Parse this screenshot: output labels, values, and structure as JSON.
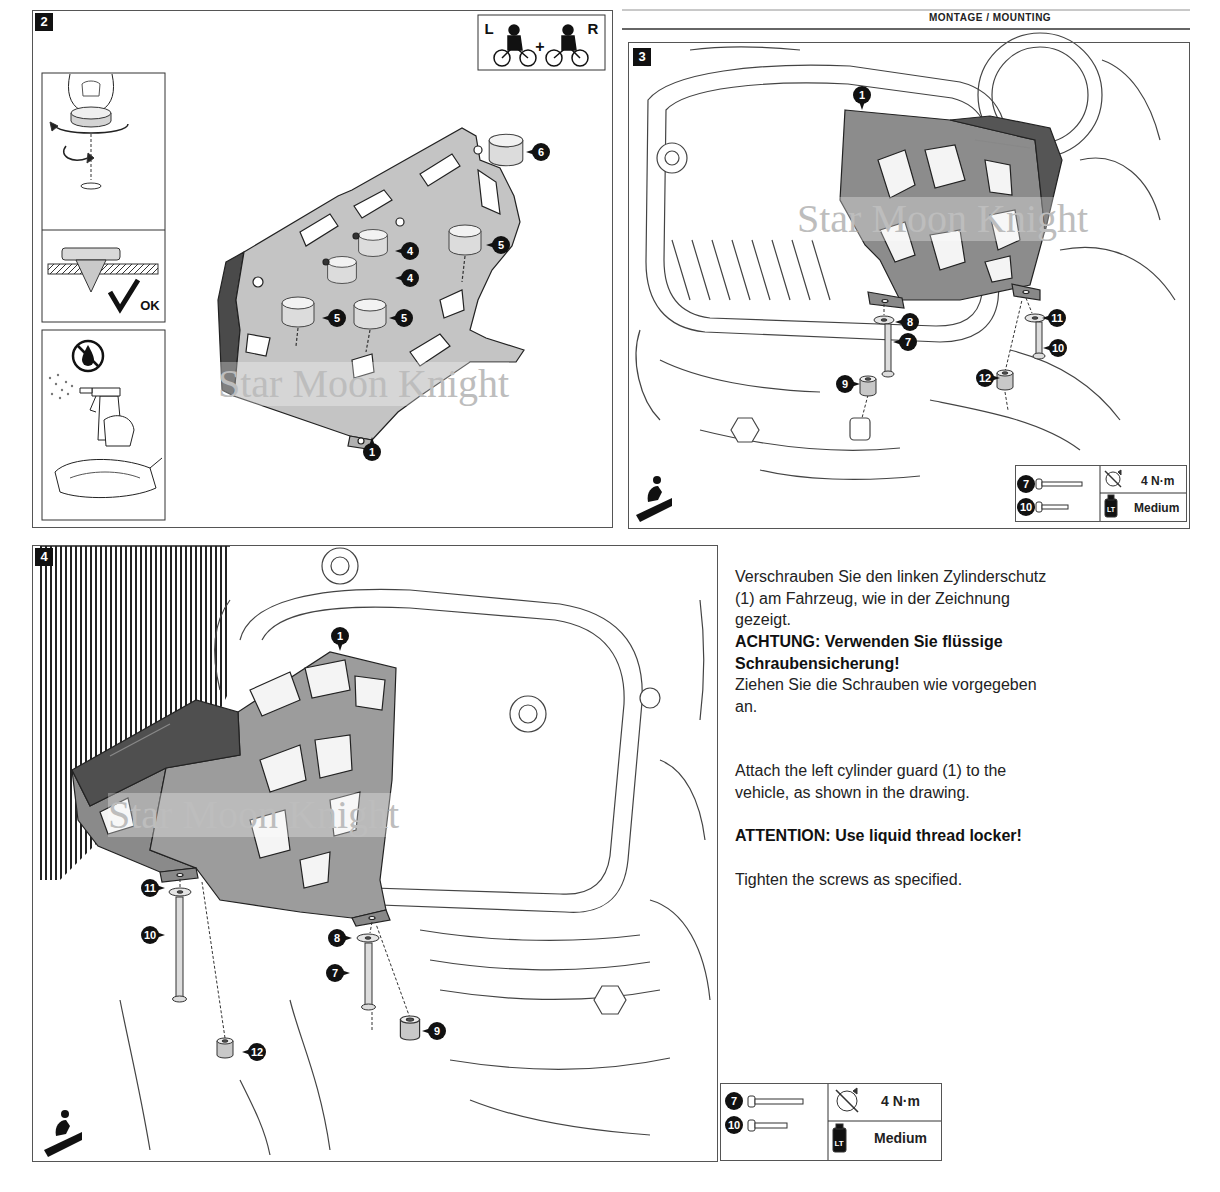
{
  "diagram": {
    "nodes": [
      {
        "text": [
          "2"
        ]
      },
      {
        "text": [
          "MONTAGE / MOUNTING",
          "3"
        ]
      },
      {
        "text": [
          "4 N·m",
          "Medium"
        ],
        "in": 1
      },
      {
        "text": [
          "4"
        ]
      },
      {
        "text": [
          "4 N·m",
          "Medium"
        ]
      }
    ],
    "labels": [
      "L",
      "+",
      "R",
      "OK",
      "6",
      "4",
      "4",
      "5",
      "5",
      "5",
      "1",
      "Star Moon Knight",
      "1",
      "Star Moon Knight",
      "8",
      "7",
      "11",
      "10",
      "9",
      "12",
      "7",
      "10",
      "LT",
      "1",
      "Star Moon Knight",
      "11",
      "8",
      "10",
      "7",
      "9",
      "12",
      "Verschrauben Sie den linken Zylinderschutz (1) am Fahrzeug, wie in der Zeichnung gezeigt.",
      "ACHTUNG: Verwenden Sie flüssige Schraubensicherung!",
      "Ziehen Sie die Schrauben wie vorgegeben an.",
      "Attach the left cylinder guard (1) to the vehicle, as shown in the drawing.",
      "ATTENTION: Use liquid thread locker!",
      "Tighten the screws as specified.",
      "7",
      "10",
      "LT"
    ]
  }
}
